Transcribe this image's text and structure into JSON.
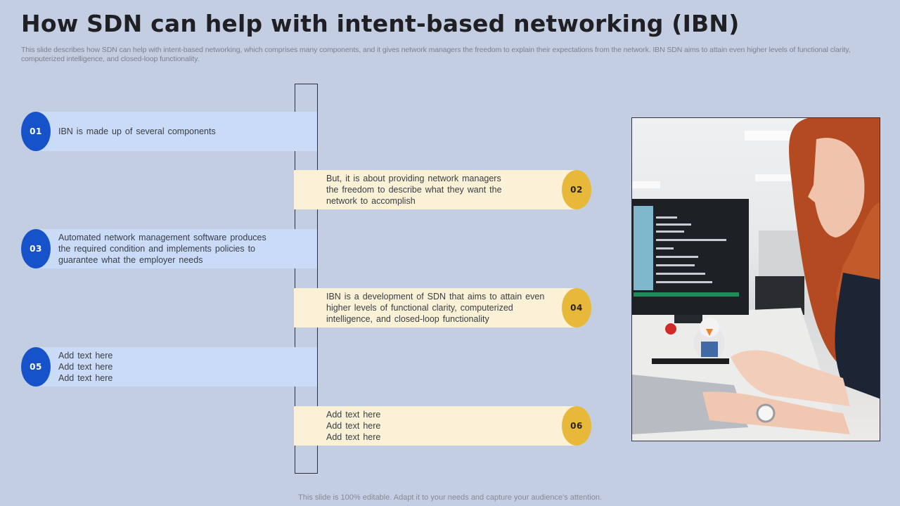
{
  "slide": {
    "title": "How SDN can help with intent-based networking (IBN)",
    "subtitle": "This slide describes how SDN can help with intent-based networking, which comprises many components, and it gives network managers the freedom to explain their expectations from the network. IBN SDN aims to attain even higher levels of functional clarity, computerized intelligence, and closed-loop functionality.",
    "footer": "This slide is 100% editable. Adapt it to your needs and capture your audience's attention."
  },
  "colors": {
    "background": "#c4cee2",
    "left_bar": "#c9dbf7",
    "right_bar": "#faf1d6",
    "blue_badge": "#1652c9",
    "gold_badge": "#e7b83a"
  },
  "steps": [
    {
      "number": "01",
      "side": "left",
      "lines": [
        "IBN is made up of several components"
      ]
    },
    {
      "number": "02",
      "side": "right",
      "lines": [
        "But, it is about providing network managers",
        "the freedom to describe what they want the",
        "network to accomplish"
      ]
    },
    {
      "number": "03",
      "side": "left",
      "lines": [
        "Automated network management software produces",
        "the required condition and implements policies to",
        "guarantee what the employer needs"
      ]
    },
    {
      "number": "04",
      "side": "right",
      "lines": [
        "IBN is a development of SDN that aims to attain even",
        "higher levels of functional clarity, computerized",
        "intelligence, and closed-loop functionality"
      ]
    },
    {
      "number": "05",
      "side": "left",
      "lines": [
        "Add text here",
        "Add text here",
        "Add text here"
      ]
    },
    {
      "number": "06",
      "side": "right",
      "lines": [
        "Add text here",
        "Add text here",
        "Add text here"
      ]
    }
  ],
  "image": {
    "description": "Woman with red hair working at a computer monitor displaying code in an office"
  }
}
